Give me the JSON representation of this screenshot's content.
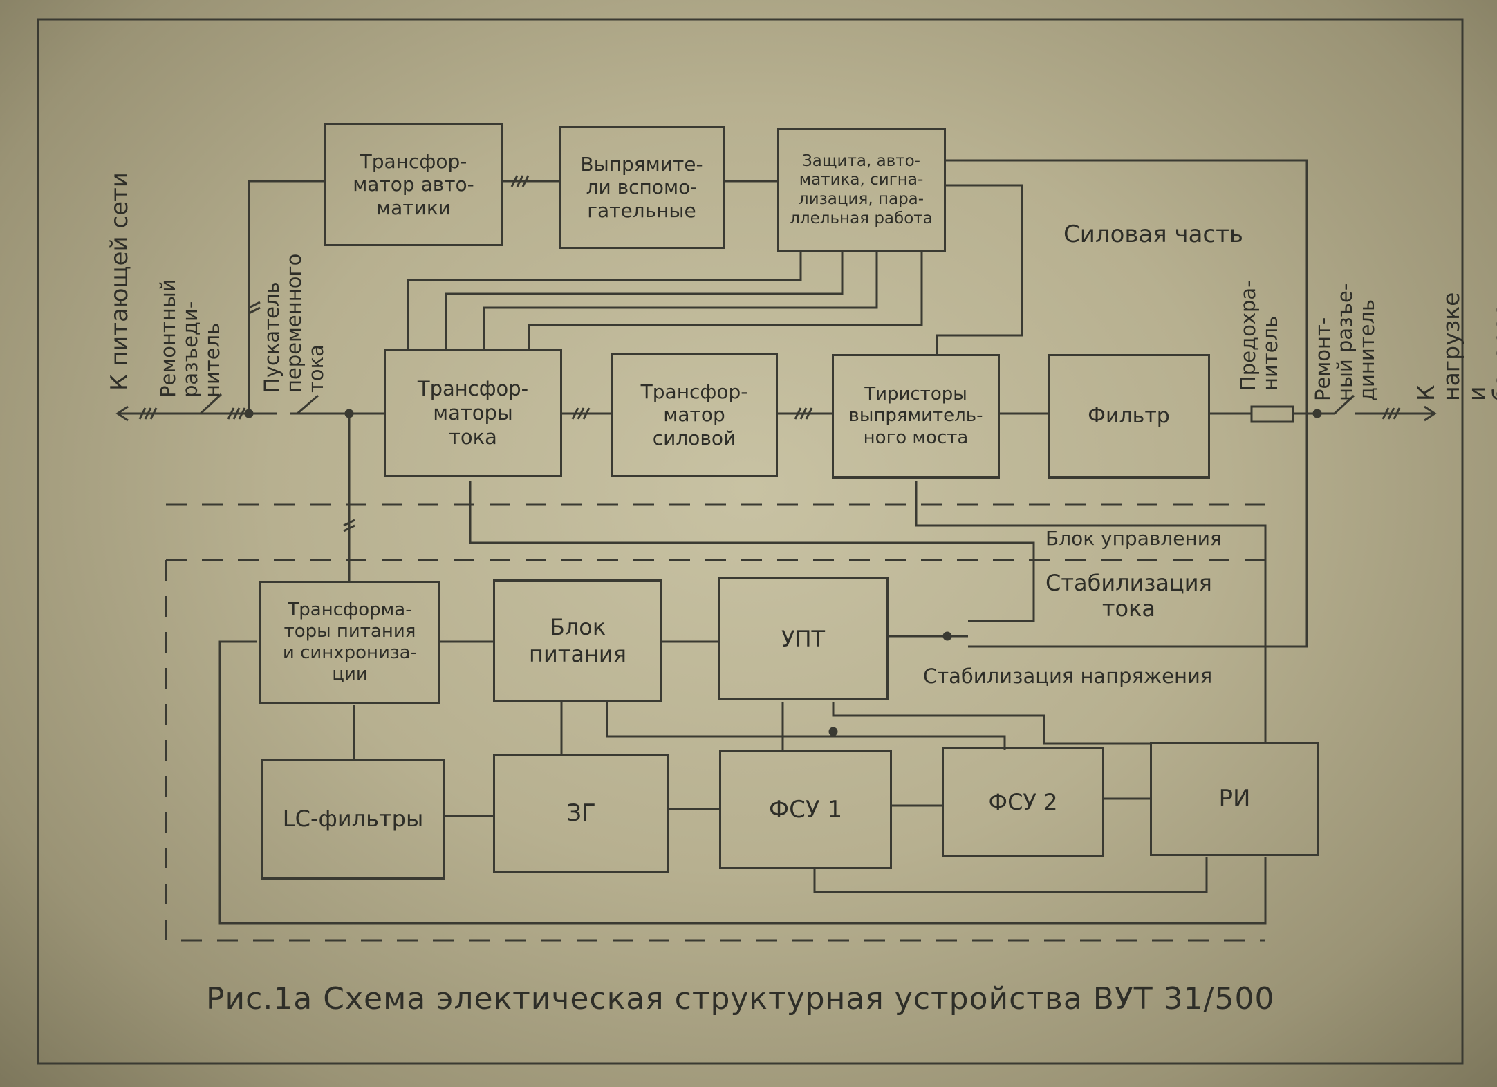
{
  "blocks": {
    "transformer_automation": "Трансфор-\nматор авто-\nматики",
    "aux_rectifiers": "Выпрямите-\nли вспомо-\nгательные",
    "protection_automation": "Защита, авто-\nматика, сигна-\nлизация, пара-\nллельная работа",
    "current_transformers": "Трансфор-\nматоры\nтока",
    "power_transformer": "Трансфор-\nматор\nсиловой",
    "thyristor_bridge": "Тиристоры\nвыпрямитель-\nного моста",
    "filter": "Фильтр",
    "supply_sync_transformers": "Трансформа-\nторы питания\nи синхрониза-\nции",
    "power_supply": "Блок\nпитания",
    "dc_amplifier": "УПТ",
    "lc_filters": "LC-фильтры",
    "generator": "ЗГ",
    "fsu1": "ФСУ 1",
    "fsu2": "ФСУ 2",
    "ri": "РИ"
  },
  "labels": {
    "power_section": "Силовая часть",
    "control_unit": "Блок управления",
    "current_stabilization": "Стабилизация\nтока",
    "voltage_stabilization": "Стабилизация напряжения",
    "to_mains": "К питающей сети",
    "repair_disconnector_in": "Ремонтный\nразъеди-\nнитель",
    "ac_starter": "Пускатель\nпеременного\nтока",
    "fuse": "Предохра-\nнитель",
    "repair_disconnector_out": "Ремонт-\nный разъе-\nдинитель",
    "to_load": "К нагрузке\nи батарее",
    "caption": "Рис.1а  Схема электическая структурная  устройства  ВУТ 31/500"
  }
}
